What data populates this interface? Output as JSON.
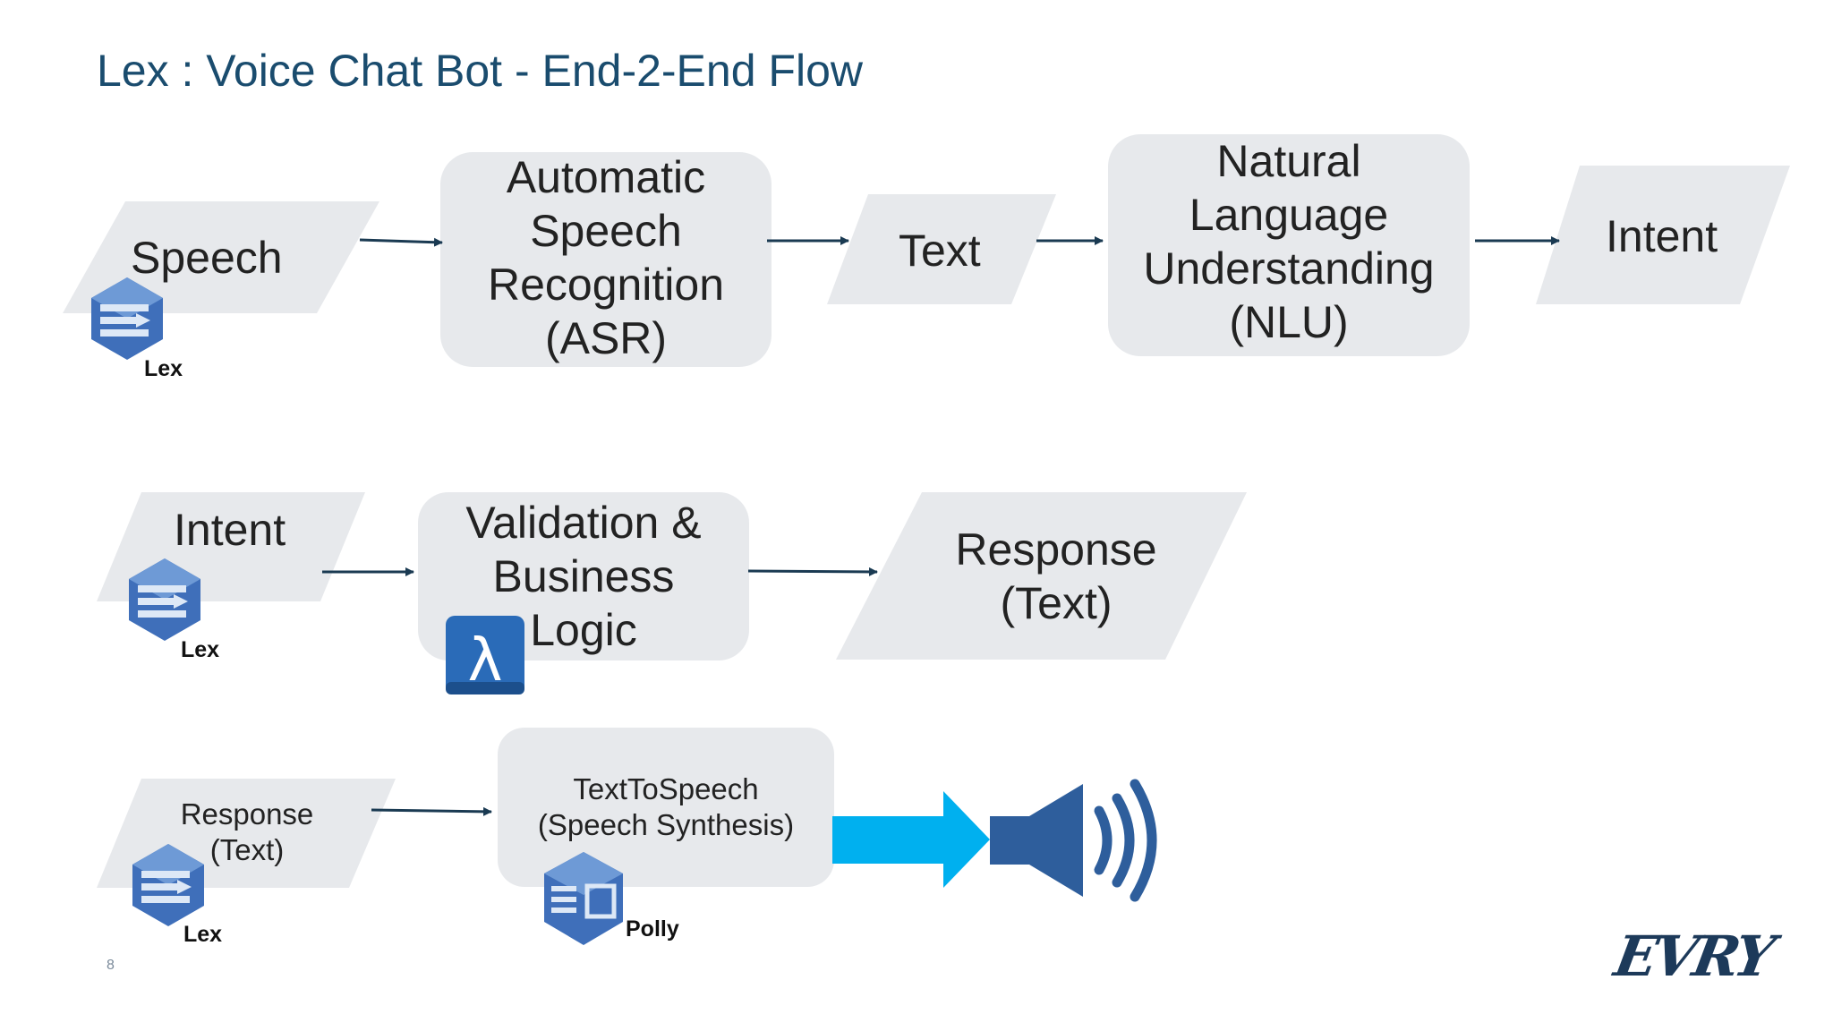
{
  "slide": {
    "title": "Lex : Voice Chat Bot - End-2-End Flow",
    "page_number": "8",
    "logo_text": "EVRY"
  },
  "colors": {
    "title": "#1a4c6e",
    "shape_fill": "#e7e9ec",
    "arrow": "#1a3a52",
    "big_arrow": "#00b0ef",
    "speaker": "#2e5e9c",
    "lex_icon": "#3f6fba",
    "lambda_icon": "#2a6bb8"
  },
  "row1": {
    "input": "Speech",
    "asr": [
      "Automatic",
      "Speech",
      "Recognition",
      "(ASR)"
    ],
    "text": "Text",
    "nlu": [
      "Natural",
      "Language",
      "Understanding",
      "(NLU)"
    ],
    "output": "Intent",
    "icon_label": "Lex"
  },
  "row2": {
    "input": "Intent",
    "logic": [
      "Validation &",
      "Business",
      "Logic"
    ],
    "output": [
      "Response",
      "(Text)"
    ],
    "icon_label": "Lex"
  },
  "row3": {
    "input": [
      "Response",
      "(Text)"
    ],
    "tts": [
      "TextToSpeech",
      "(Speech Synthesis)"
    ],
    "icon_label": "Lex",
    "polly_label": "Polly"
  }
}
